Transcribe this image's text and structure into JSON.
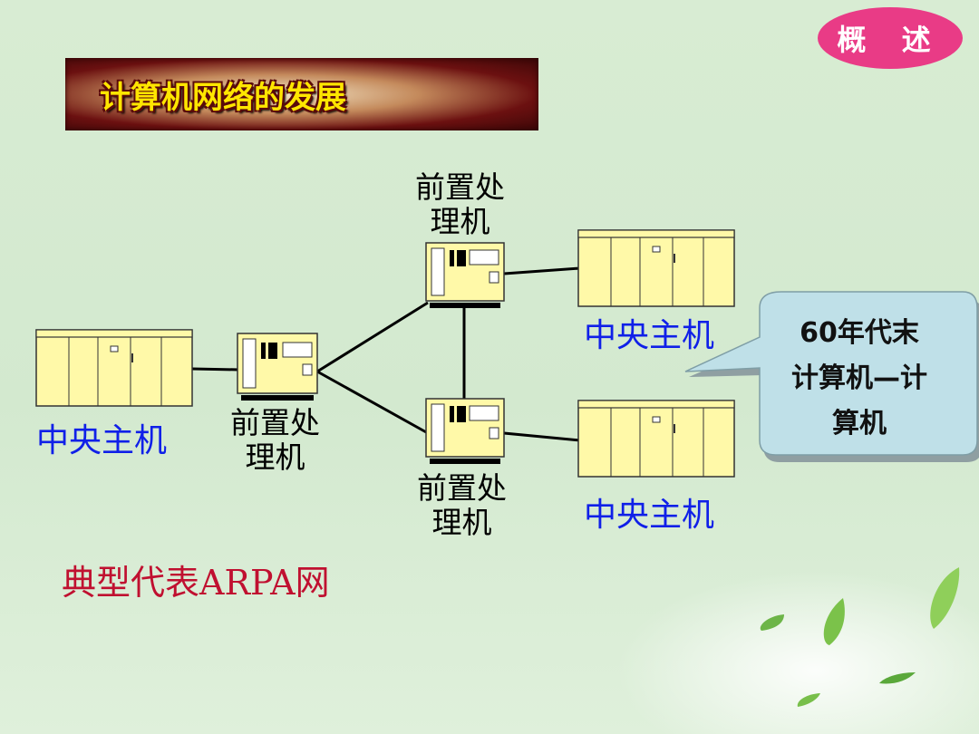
{
  "badge": "概 述",
  "title": "计算机网络的发展",
  "labels": {
    "fep_top": [
      "前置处",
      "理机"
    ],
    "fep_left": [
      "前置处",
      "理机"
    ],
    "fep_bottom": [
      "前置处",
      "理机"
    ],
    "host_left": "中央主机",
    "host_right_top": "中央主机",
    "host_right_bottom": "中央主机"
  },
  "callout": [
    "60年代末",
    "计算机—计",
    "算机"
  ],
  "footer": "典型代表ARPA网",
  "colors": {
    "host_label": "#1020e8",
    "footer": "#c01030",
    "title": "#ffe600",
    "badge": "#e93b86",
    "callout_bg": "#bfe0e8"
  }
}
